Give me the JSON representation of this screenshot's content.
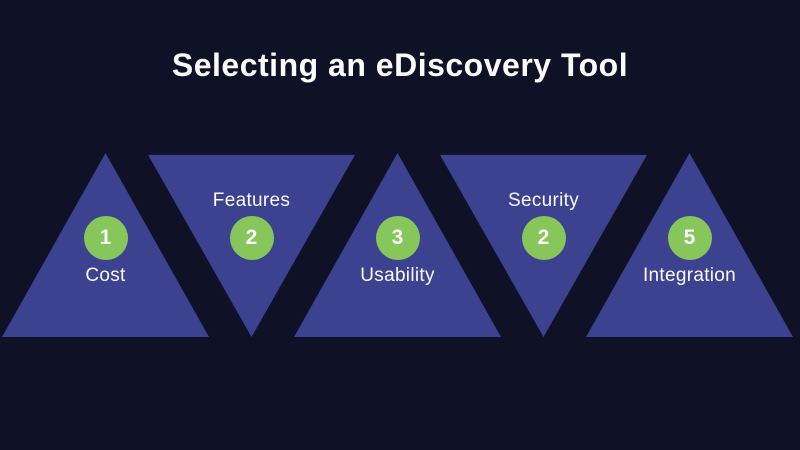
{
  "title": "Selecting an eDiscovery Tool",
  "colors": {
    "background": "#0f1126",
    "triangle": "#3c428f",
    "circle": "#87c65a",
    "text": "#fafafa"
  },
  "items": [
    {
      "number": "1",
      "label": "Cost"
    },
    {
      "number": "2",
      "label": "Features"
    },
    {
      "number": "3",
      "label": "Usability"
    },
    {
      "number": "2",
      "label": "Security"
    },
    {
      "number": "5",
      "label": "Integration"
    }
  ]
}
